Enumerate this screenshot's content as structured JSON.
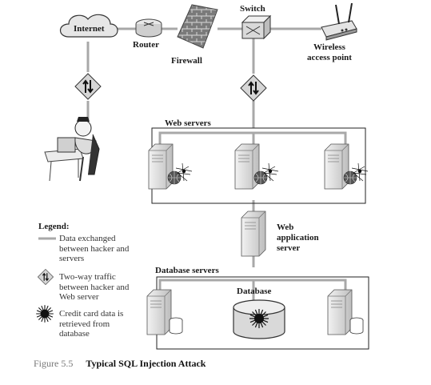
{
  "labels": {
    "internet": "Internet",
    "router": "Router",
    "firewall": "Firewall",
    "switch": "Switch",
    "wireless": "Wireless access point",
    "web_servers": "Web servers",
    "web_app_server": "Web application server",
    "database_servers": "Database servers",
    "database": "Database"
  },
  "legend": {
    "title": "Legend:",
    "line": "Data exchanged between hacker and servers",
    "arrows": "Two-way traffic between hacker and Web server",
    "burst": "Credit card data is retrieved from database"
  },
  "caption": {
    "figure": "Figure 5.5",
    "title": "Typical SQL Injection Attack"
  },
  "colors": {
    "link_line": "#a8a8a8",
    "box_line": "#222222",
    "server_fill": "#dcdcdc",
    "firewall_brick": "#8a8a8a"
  }
}
